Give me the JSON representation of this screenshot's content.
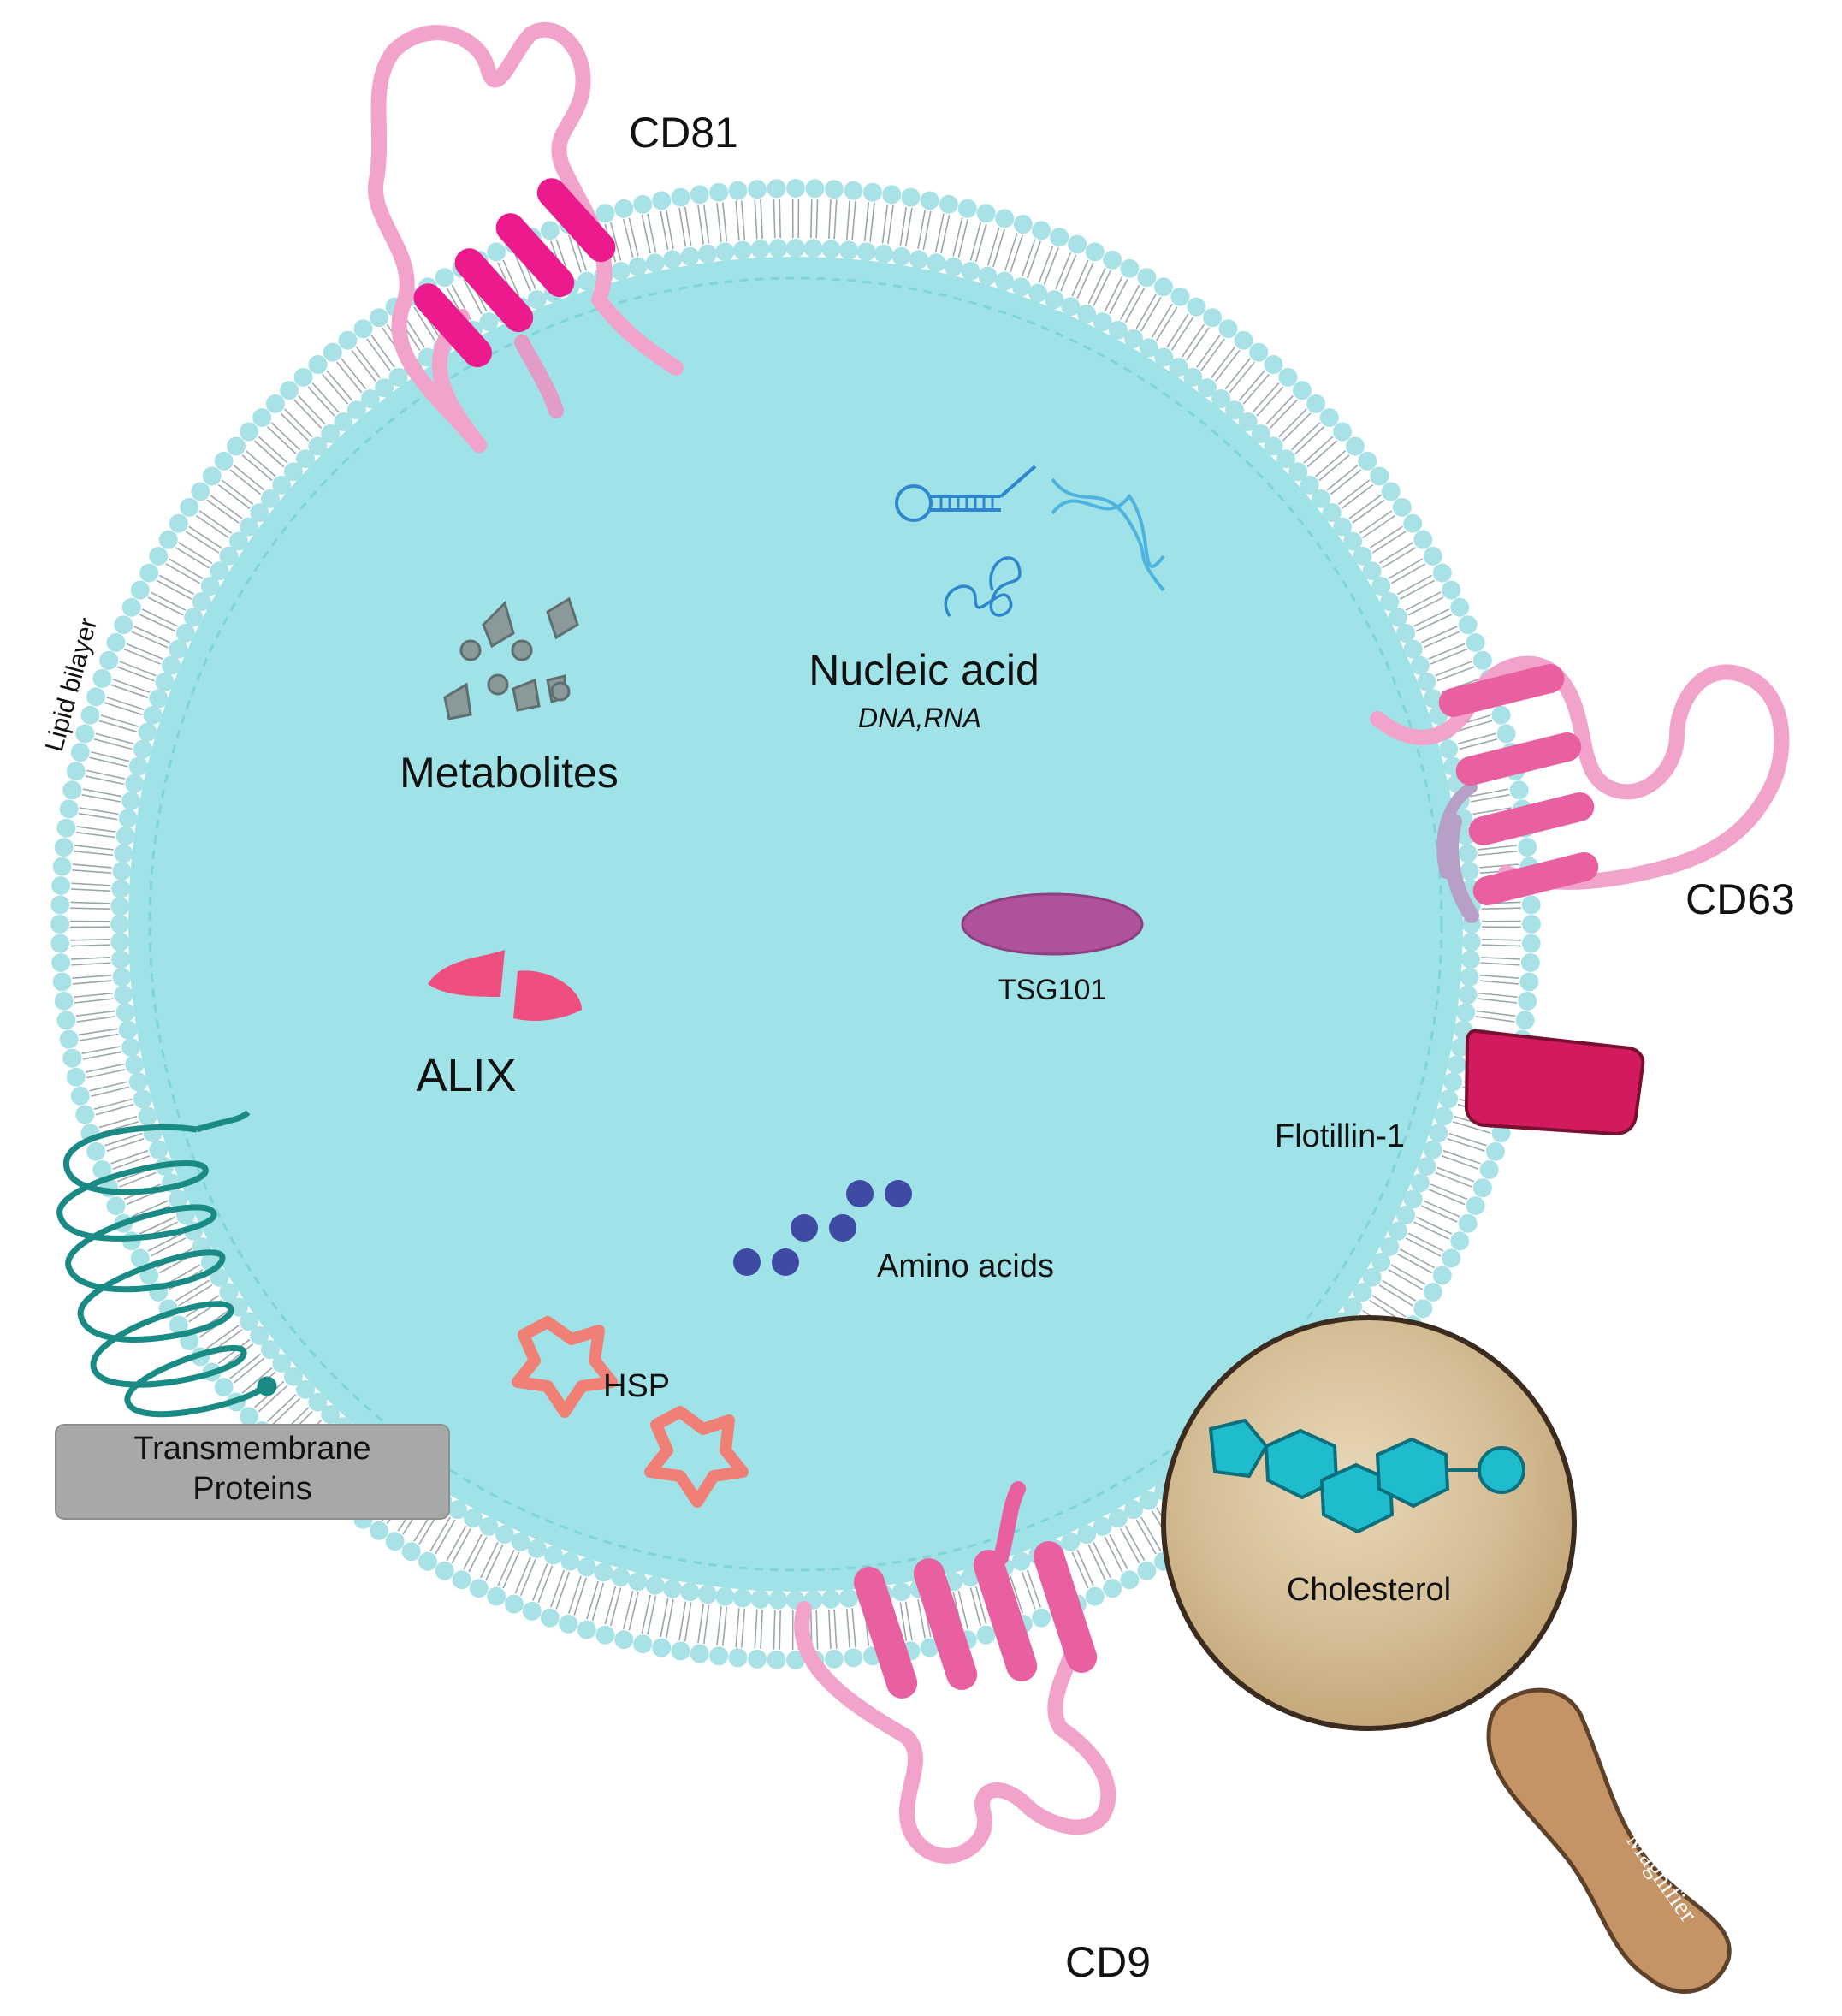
{
  "labels": {
    "cd81": "CD81",
    "cd63": "CD63",
    "cd9": "CD9",
    "lipid_bilayer": "Lipid bilayer",
    "nucleic_acid": "Nucleic acid",
    "nucleic_acid_sub": "DNA,RNA",
    "metabolites": "Metabolites",
    "tsg101": "TSG101",
    "alix": "ALIX",
    "flotillin": "Flotillin-1",
    "amino_acids": "Amino acids",
    "hsp": "HSP",
    "transmembrane_line1": "Transmembrane",
    "transmembrane_line2": "Proteins",
    "cholesterol": "Cholesterol",
    "magnifier": "Magnifier"
  },
  "colors": {
    "vesicle_fill": "#9fe3e8",
    "lipid_head": "#a9e2e6",
    "lipid_tail": "#9aa7a9",
    "cd81": "#ec1a8c",
    "cd63_cd9": "#e8609f",
    "loop": "#f2a3cc",
    "tsg101": "#b0529b",
    "alix": "#ef4f7e",
    "flotillin": "#d41a5f",
    "amino_acid": "#3e4aa3",
    "hsp": "#f08075",
    "transmembrane_helix": "#1a8a84",
    "transmembrane_box": "#a6a9a8",
    "cholesterol": "#1fbccd",
    "lens": "#d8c4a0",
    "handle": "#c49466",
    "nucleic_acid": "#2e86cc",
    "metabolite": "#8a9a9a"
  }
}
